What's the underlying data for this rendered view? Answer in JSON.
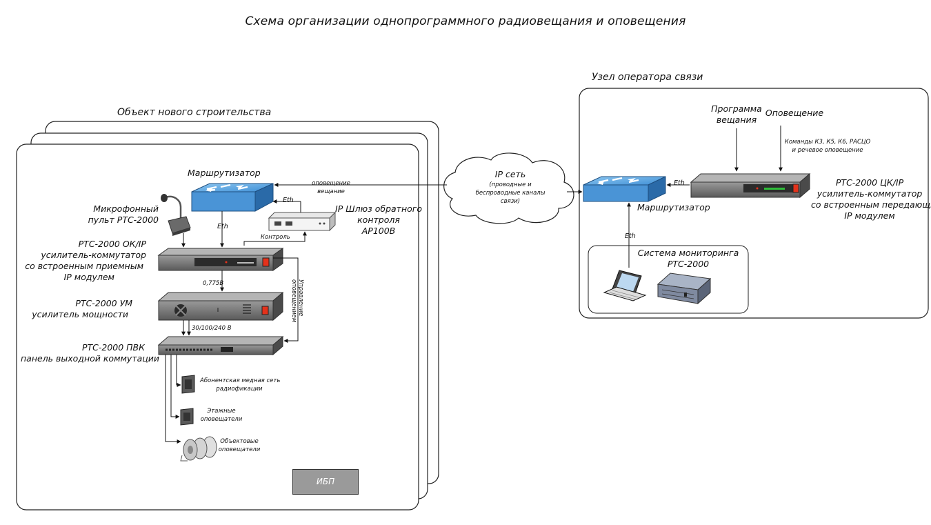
{
  "diagram": {
    "title": "Схема организации однопрограммного радиовещания и оповещения",
    "site": {
      "label": "Объект нового строительства",
      "router": "Маршрутизатор",
      "mic_console": [
        "Микрофонный",
        "пульт РТС-2000"
      ],
      "ok_ip": [
        "РТС-2000 ОК/IP",
        "усилитель-коммутатор",
        "со встроенным приемным",
        "IP модулем"
      ],
      "um": [
        "РТС-2000 УМ",
        "усилитель мощности"
      ],
      "pvk": [
        "РТС-2000 ПВК",
        "панель выходной коммутации"
      ],
      "gateway": [
        "IP Шлюз обратного",
        "контроля",
        "AP100B"
      ],
      "eth_1": "Eth",
      "eth_2": "Eth",
      "control": "Контроль",
      "voltage_1": "0,775В",
      "voltage_2": "30/100/240 В",
      "control_vertical": [
        "Управление",
        "оповещением"
      ],
      "warning_broadcast": [
        "оповещение",
        "вещание"
      ],
      "subscriber_net": [
        "Абонентская медная сеть",
        "радиофикации"
      ],
      "floor_speakers": [
        "Этажные",
        "оповещатели"
      ],
      "area_speakers": [
        "Объектовые",
        "оповещатели"
      ],
      "ups": "ИБП"
    },
    "network": {
      "label": "IP сеть",
      "sub": [
        "(проводные и",
        "беспроводные каналы",
        "связи)"
      ]
    },
    "operator": {
      "label": "Узел оператора связи",
      "router": "Маршрутизатор",
      "program": [
        "Программа",
        "вещания"
      ],
      "warning": "Оповещение",
      "commands": [
        "Команды К3, К5, К6, РАСЦО",
        "и речевое оповещение"
      ],
      "ck_ip": [
        "РТС-2000 ЦК/IP",
        "усилитель-коммутатор",
        "со встроенным передающим",
        "IP модулем"
      ],
      "eth_1": "Eth",
      "eth_2": "Eth",
      "monitoring": [
        "Система мониторинга",
        "РТС-2000"
      ]
    }
  },
  "colors": {
    "router_top": "#5aa9e6",
    "router_side": "#2a6aa8",
    "device_body": "#6b6b6b",
    "device_panel": "#2b2b2b",
    "indicator": "#e4321b",
    "ups": "#9a9a9a"
  }
}
